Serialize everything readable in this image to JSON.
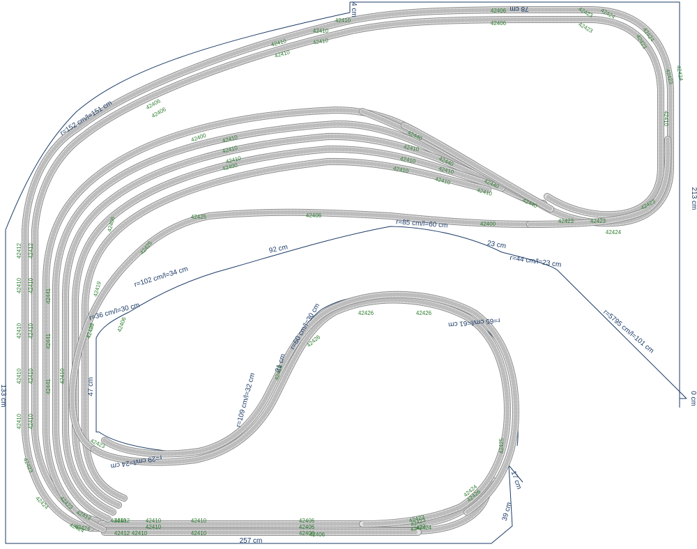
{
  "colors": {
    "track_fill": "#e2e2e2",
    "track_edge": "#8c8c8c",
    "sleeper": "#bdbdbd",
    "piece_label": "#2e7d32",
    "dimension": "#1a3a66",
    "background": "#ffffff"
  },
  "dimensions": [
    {
      "text": "257 cm"
    },
    {
      "text": "39 cm"
    },
    {
      "text": "17 cm"
    },
    {
      "text": "47 cm"
    },
    {
      "text": "92 cm"
    },
    {
      "text": "23 cm"
    },
    {
      "text": "21 cm"
    },
    {
      "text": "r=152 cm/l=151 cm"
    },
    {
      "text": "r=85 cm/l=60 cm"
    },
    {
      "text": "r=44 cm/l=23 cm"
    },
    {
      "text": "r=5795 cm/l=101 cm"
    },
    {
      "text": "r=102 cm/l=34 cm"
    },
    {
      "text": "r=36 cm/l=30 cm"
    },
    {
      "text": "r=109 cm/l=32 cm"
    },
    {
      "text": "r=60 cm/l=30 cm"
    },
    {
      "text": "r=65 cm/l=61 cm"
    },
    {
      "text": "r=29 cm/l=24 cm"
    },
    {
      "text": "78 cm"
    },
    {
      "text": "4 cm"
    },
    {
      "text": "0 cm"
    },
    {
      "text": "133 cm"
    },
    {
      "text": "213 cm"
    }
  ],
  "piece_labels": [
    {
      "text": "42406"
    },
    {
      "text": "42406"
    },
    {
      "text": "42406"
    },
    {
      "text": "42406"
    },
    {
      "text": "42406"
    },
    {
      "text": "42406"
    },
    {
      "text": "42406"
    },
    {
      "text": "42406"
    },
    {
      "text": "42410"
    },
    {
      "text": "42410"
    },
    {
      "text": "42410"
    },
    {
      "text": "42410"
    },
    {
      "text": "42410"
    },
    {
      "text": "42410"
    },
    {
      "text": "42410"
    },
    {
      "text": "42410"
    },
    {
      "text": "42410"
    },
    {
      "text": "42410"
    },
    {
      "text": "42410"
    },
    {
      "text": "42410"
    },
    {
      "text": "42410"
    },
    {
      "text": "42410"
    },
    {
      "text": "42410"
    },
    {
      "text": "42410"
    },
    {
      "text": "42410"
    },
    {
      "text": "42410"
    },
    {
      "text": "42410"
    },
    {
      "text": "42410"
    },
    {
      "text": "42410"
    },
    {
      "text": "42410"
    },
    {
      "text": "42410"
    },
    {
      "text": "42410"
    },
    {
      "text": "42410"
    },
    {
      "text": "42410"
    },
    {
      "text": "42410"
    },
    {
      "text": "42410"
    },
    {
      "text": "42412"
    },
    {
      "text": "42412"
    },
    {
      "text": "42412"
    },
    {
      "text": "42412"
    },
    {
      "text": "42423"
    },
    {
      "text": "42423"
    },
    {
      "text": "42423"
    },
    {
      "text": "42423"
    },
    {
      "text": "42423"
    },
    {
      "text": "42423"
    },
    {
      "text": "42423"
    },
    {
      "text": "42423"
    },
    {
      "text": "42423"
    },
    {
      "text": "42423"
    },
    {
      "text": "42423"
    },
    {
      "text": "42423"
    },
    {
      "text": "42424"
    },
    {
      "text": "42424"
    },
    {
      "text": "42424"
    },
    {
      "text": "42424"
    },
    {
      "text": "42424"
    },
    {
      "text": "42424"
    },
    {
      "text": "42424"
    },
    {
      "text": "42424"
    },
    {
      "text": "42425"
    },
    {
      "text": "42425"
    },
    {
      "text": "42425"
    },
    {
      "text": "42426"
    },
    {
      "text": "42426"
    },
    {
      "text": "42426"
    },
    {
      "text": "42400"
    },
    {
      "text": "42400"
    },
    {
      "text": "42400"
    },
    {
      "text": "42400"
    },
    {
      "text": "42440"
    },
    {
      "text": "42440"
    },
    {
      "text": "42440"
    },
    {
      "text": "42440"
    },
    {
      "text": "42441"
    },
    {
      "text": "42441"
    },
    {
      "text": "42441"
    },
    {
      "text": "42419"
    },
    {
      "text": "42423"
    },
    {
      "text": "42410"
    },
    {
      "text": "42423"
    },
    {
      "text": "42406"
    },
    {
      "text": "42406"
    },
    {
      "text": "42406"
    },
    {
      "text": "42412"
    },
    {
      "text": "42424"
    },
    {
      "text": "42426"
    },
    {
      "text": "42410"
    },
    {
      "text": "42410"
    }
  ]
}
